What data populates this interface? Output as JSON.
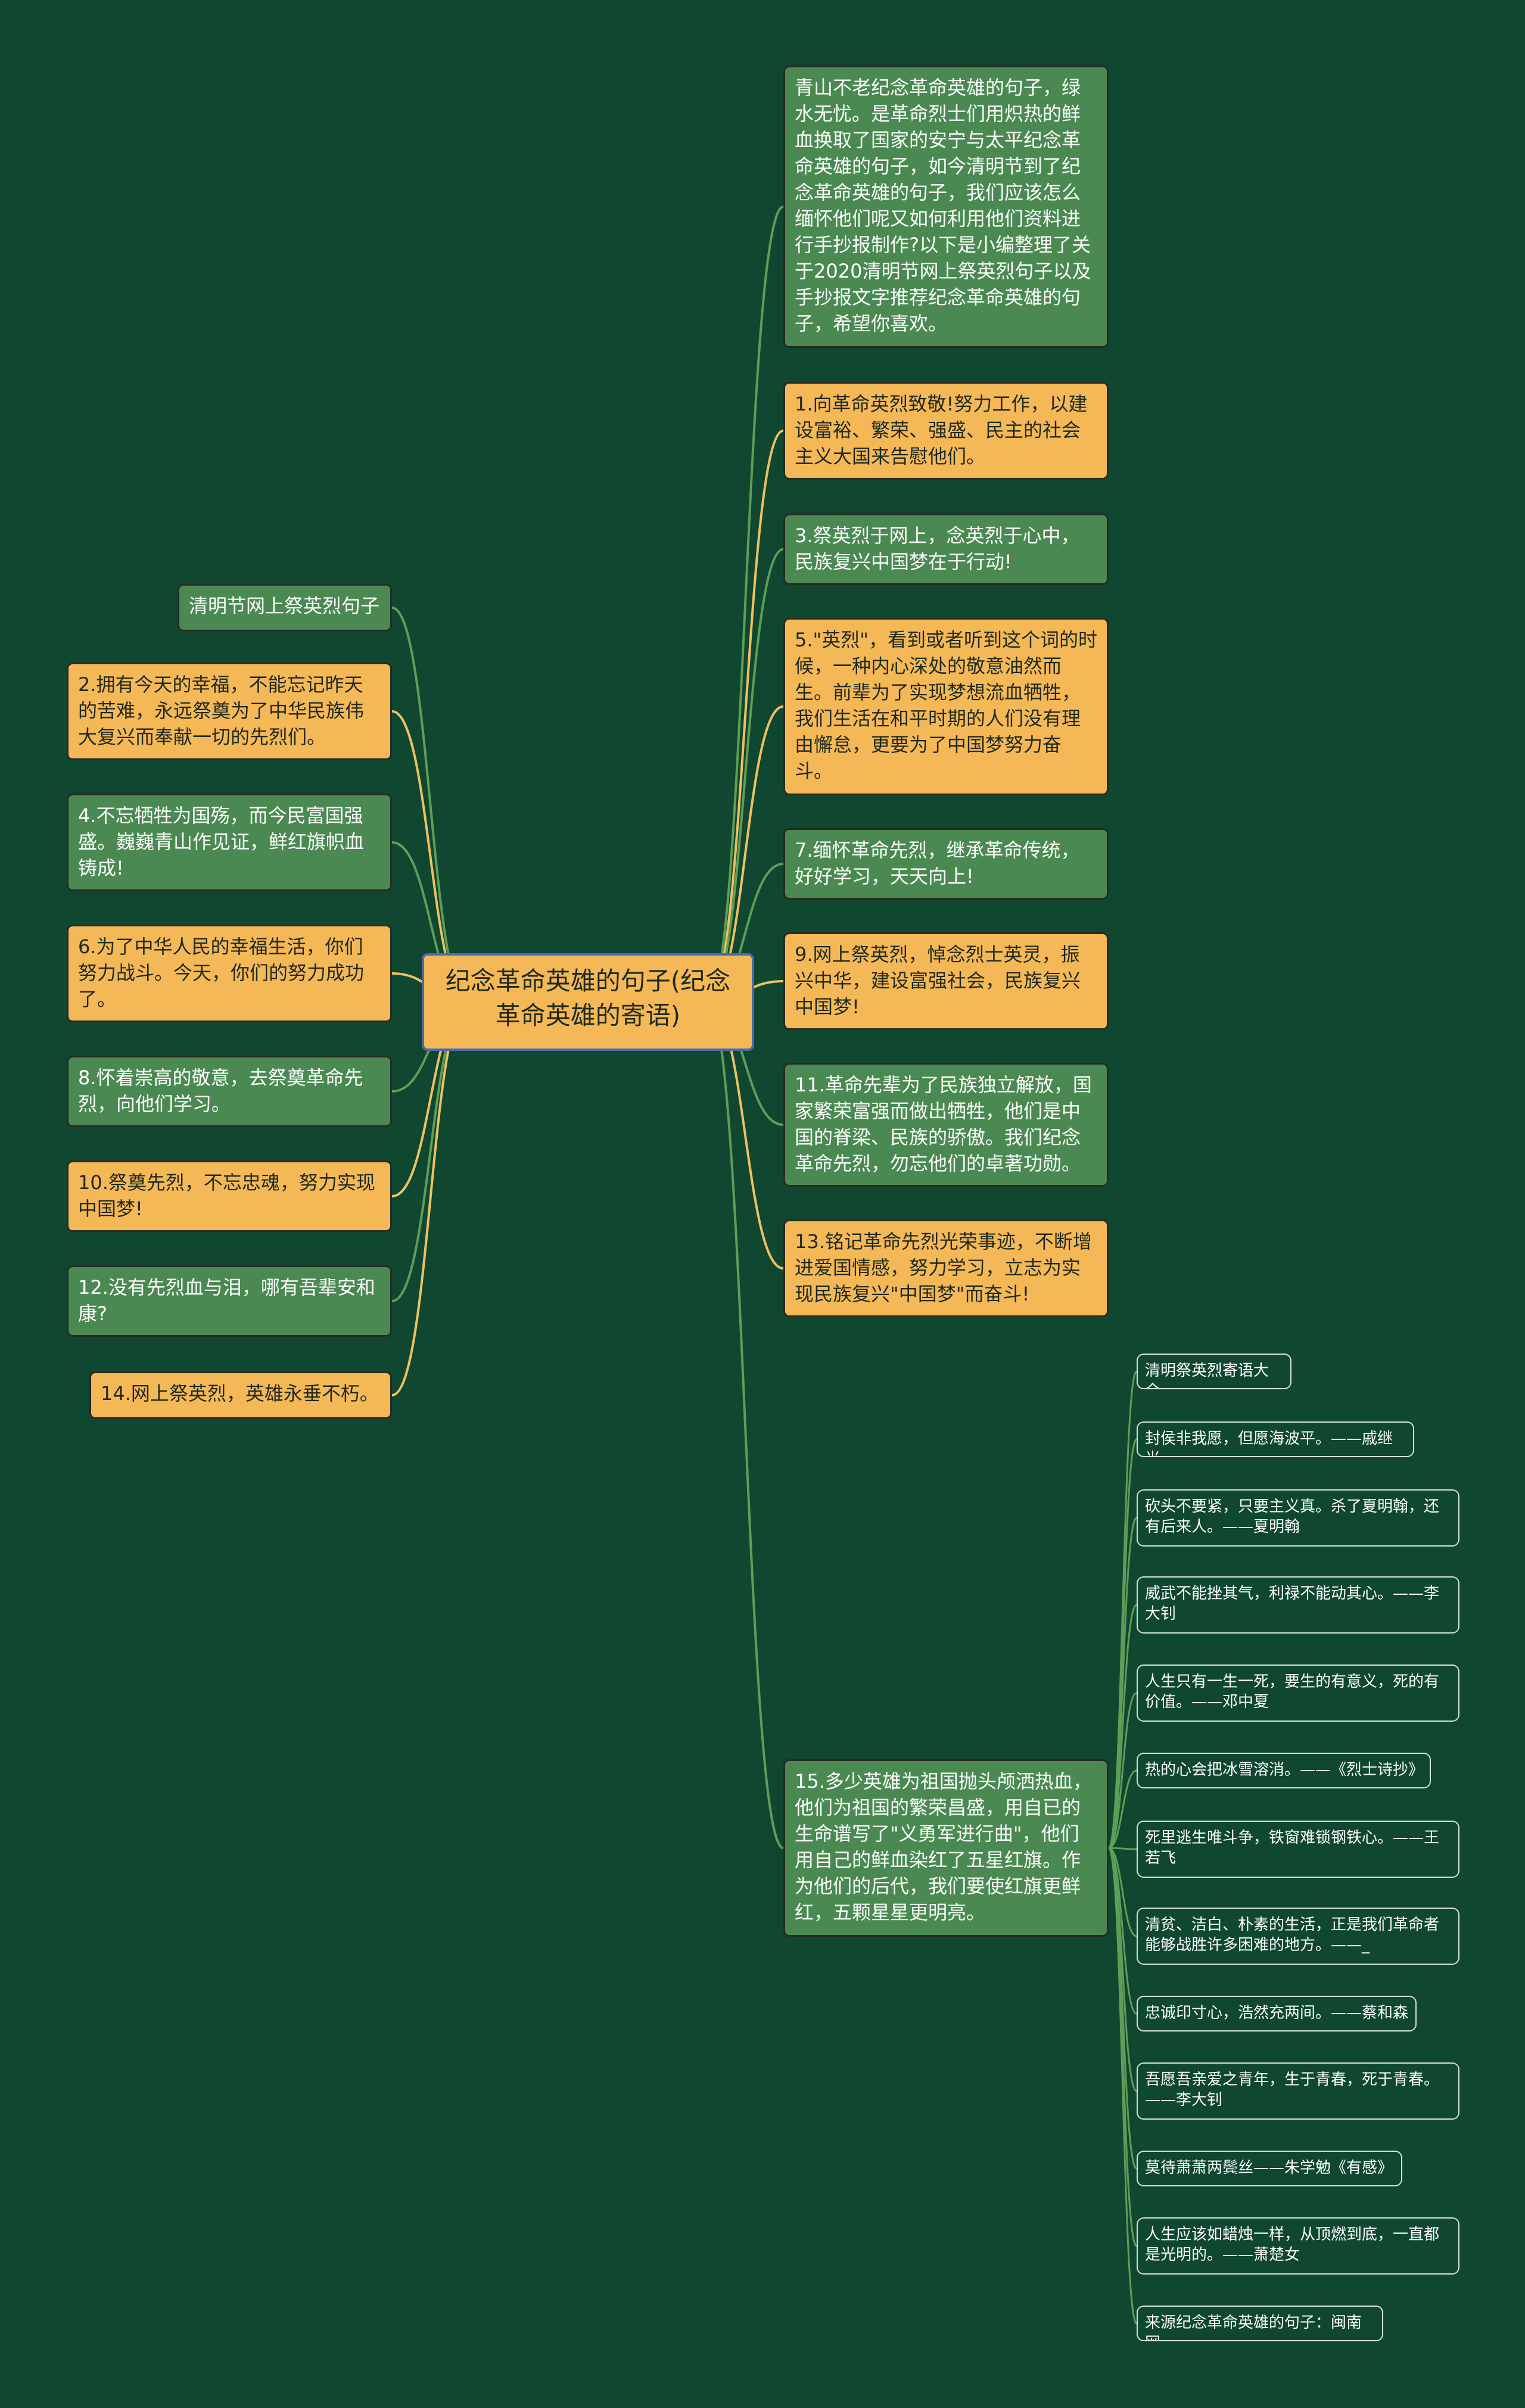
{
  "colors": {
    "background": "#0f4731",
    "green_node": "#4a8a52",
    "orange_node": "#f5b857",
    "green_link": "#5f9e56",
    "orange_link": "#f0c060",
    "root_border": "#4a6ab0"
  },
  "root": {
    "label": "纪念革命英雄的句子(纪念革命英雄的寄语)"
  },
  "right_nodes": [
    {
      "label": "青山不老纪念革命英雄的句子，绿水无忧。是革命烈士们用炽热的鲜血换取了国家的安宁与太平纪念革命英雄的句子，如今清明节到了纪念革命英雄的句子，我们应该怎么缅怀他们呢又如何利用他们资料进行手抄报制作?以下是小编整理了关于2020清明节网上祭英烈句子以及手抄报文字推荐纪念革命英雄的句子，希望你喜欢。",
      "style": "green"
    },
    {
      "label": "1.向革命英烈致敬!努力工作，以建设富裕、繁荣、强盛、民主的社会主义大国来告慰他们。",
      "style": "orange"
    },
    {
      "label": "3.祭英烈于网上，念英烈于心中，民族复兴中国梦在于行动!",
      "style": "green"
    },
    {
      "label": "5.\"英烈\"，看到或者听到这个词的时候，一种内心深处的敬意油然而生。前辈为了实现梦想流血牺牲，我们生活在和平时期的人们没有理由懈怠，更要为了中国梦努力奋斗。",
      "style": "orange"
    },
    {
      "label": "7.缅怀革命先烈，继承革命传统，好好学习，天天向上!",
      "style": "green"
    },
    {
      "label": "9.网上祭英烈，悼念烈士英灵，振兴中华，建设富强社会，民族复兴中国梦!",
      "style": "orange"
    },
    {
      "label": "11.革命先辈为了民族独立解放，国家繁荣富强而做出牺牲，他们是中国的脊梁、民族的骄傲。我们纪念革命先烈，勿忘他们的卓著功勋。",
      "style": "green"
    },
    {
      "label": "13.铭记革命先烈光荣事迹，不断增进爱国情感，努力学习，立志为实现民族复兴\"中国梦\"而奋斗!",
      "style": "orange"
    },
    {
      "label": "15.多少英雄为祖国抛头颅洒热血，他们为祖国的繁荣昌盛，用自已的生命谱写了\"义勇军进行曲\"，他们用自己的鲜血染红了五星红旗。作为他们的后代，我们要使红旗更鲜红，五颗星星更明亮。",
      "style": "green"
    }
  ],
  "left_nodes": [
    {
      "label": "清明节网上祭英烈句子",
      "style": "green"
    },
    {
      "label": "2.拥有今天的幸福，不能忘记昨天的苦难，永远祭奠为了中华民族伟大复兴而奉献一切的先烈们。",
      "style": "orange"
    },
    {
      "label": "4.不忘牺牲为国殇，而今民富国强盛。巍巍青山作见证，鲜红旗帜血铸成!",
      "style": "green"
    },
    {
      "label": "6.为了中华人民的幸福生活，你们努力战斗。今天，你们的努力成功了。",
      "style": "orange"
    },
    {
      "label": "8.怀着崇高的敬意，去祭奠革命先烈，向他们学习。",
      "style": "green"
    },
    {
      "label": "10.祭奠先烈，不忘忠魂，努力实现中国梦!",
      "style": "orange"
    },
    {
      "label": "12.没有先烈血与泪，哪有吾辈安和康?",
      "style": "green"
    },
    {
      "label": "14.网上祭英烈，英雄永垂不朽。",
      "style": "orange"
    }
  ],
  "leaf_nodes": [
    {
      "label": "清明祭英烈寄语大全"
    },
    {
      "label": "封侯非我愿，但愿海波平。——戚继光"
    },
    {
      "label": "砍头不要紧，只要主义真。杀了夏明翰，还有后来人。——夏明翰"
    },
    {
      "label": "威武不能挫其气，利禄不能动其心。——李大钊"
    },
    {
      "label": "人生只有一生一死，要生的有意义，死的有价值。——邓中夏"
    },
    {
      "label": "热的心会把冰雪溶消。——《烈士诗抄》"
    },
    {
      "label": "死里逃生唯斗争，铁窗难锁钢铁心。——王若飞"
    },
    {
      "label": "清贫、洁白、朴素的生活，正是我们革命者能够战胜许多困难的地方。——_"
    },
    {
      "label": "忠诚印寸心，浩然充两间。——蔡和森"
    },
    {
      "label": "吾愿吾亲爱之青年，生于青春，死于青春。——李大钊"
    },
    {
      "label": "莫待萧萧两鬓丝——朱学勉《有感》"
    },
    {
      "label": "人生应该如蜡烛一样，从顶燃到底，一直都是光明的。——萧楚女"
    },
    {
      "label": "来源纪念革命英雄的句子：闽南网"
    }
  ]
}
